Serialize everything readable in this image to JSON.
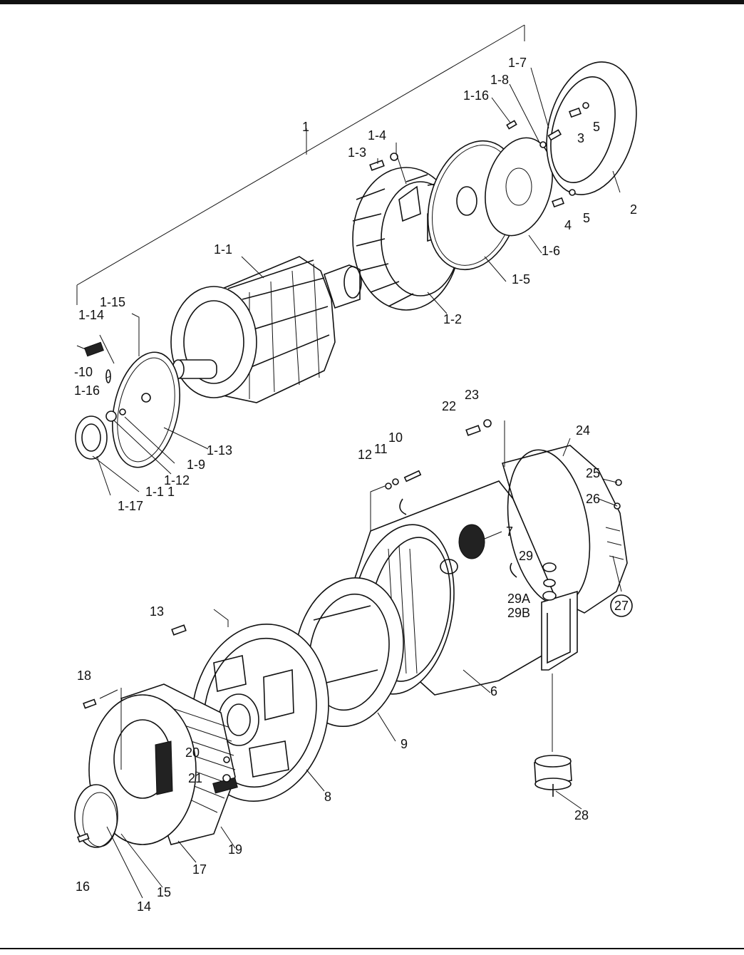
{
  "callouts": [
    {
      "id": "c1",
      "text": "1"
    },
    {
      "id": "c1-1",
      "text": "1-1"
    },
    {
      "id": "c1-2",
      "text": "1-2"
    },
    {
      "id": "c1-3",
      "text": "1-3"
    },
    {
      "id": "c1-4",
      "text": "1-4"
    },
    {
      "id": "c1-5",
      "text": "1-5"
    },
    {
      "id": "c1-6",
      "text": "1-6"
    },
    {
      "id": "c1-7",
      "text": "1-7"
    },
    {
      "id": "c1-8",
      "text": "1-8"
    },
    {
      "id": "c1-9",
      "text": "1-9"
    },
    {
      "id": "c-10",
      "text": "-10"
    },
    {
      "id": "c1-11",
      "text": "1-1 1"
    },
    {
      "id": "c1-12",
      "text": "1-12"
    },
    {
      "id": "c1-13",
      "text": "1-13"
    },
    {
      "id": "c1-14",
      "text": "1-14"
    },
    {
      "id": "c1-15",
      "text": "1-15"
    },
    {
      "id": "c1-16a",
      "text": "1-16"
    },
    {
      "id": "c1-16b",
      "text": "1-16"
    },
    {
      "id": "c1-17",
      "text": "1-17"
    },
    {
      "id": "c2",
      "text": "2"
    },
    {
      "id": "c3",
      "text": "3"
    },
    {
      "id": "c4",
      "text": "4"
    },
    {
      "id": "c5a",
      "text": "5"
    },
    {
      "id": "c5b",
      "text": "5"
    },
    {
      "id": "c6",
      "text": "6"
    },
    {
      "id": "c7",
      "text": "7"
    },
    {
      "id": "c8",
      "text": "8"
    },
    {
      "id": "c9",
      "text": "9"
    },
    {
      "id": "c10",
      "text": "10"
    },
    {
      "id": "c11",
      "text": "11"
    },
    {
      "id": "c12",
      "text": "12"
    },
    {
      "id": "c13",
      "text": "13"
    },
    {
      "id": "c14",
      "text": "14"
    },
    {
      "id": "c15",
      "text": "15"
    },
    {
      "id": "c16",
      "text": "16"
    },
    {
      "id": "c17",
      "text": "17"
    },
    {
      "id": "c18",
      "text": "18"
    },
    {
      "id": "c19",
      "text": "19"
    },
    {
      "id": "c20",
      "text": "20"
    },
    {
      "id": "c21",
      "text": "21"
    },
    {
      "id": "c22",
      "text": "22"
    },
    {
      "id": "c23",
      "text": "23"
    },
    {
      "id": "c24",
      "text": "24"
    },
    {
      "id": "c25",
      "text": "25"
    },
    {
      "id": "c26",
      "text": "26"
    },
    {
      "id": "c27",
      "text": "27"
    },
    {
      "id": "c28",
      "text": "28"
    },
    {
      "id": "c29",
      "text": "29"
    },
    {
      "id": "c29a",
      "text": "29A"
    },
    {
      "id": "c29b",
      "text": "29B"
    }
  ]
}
